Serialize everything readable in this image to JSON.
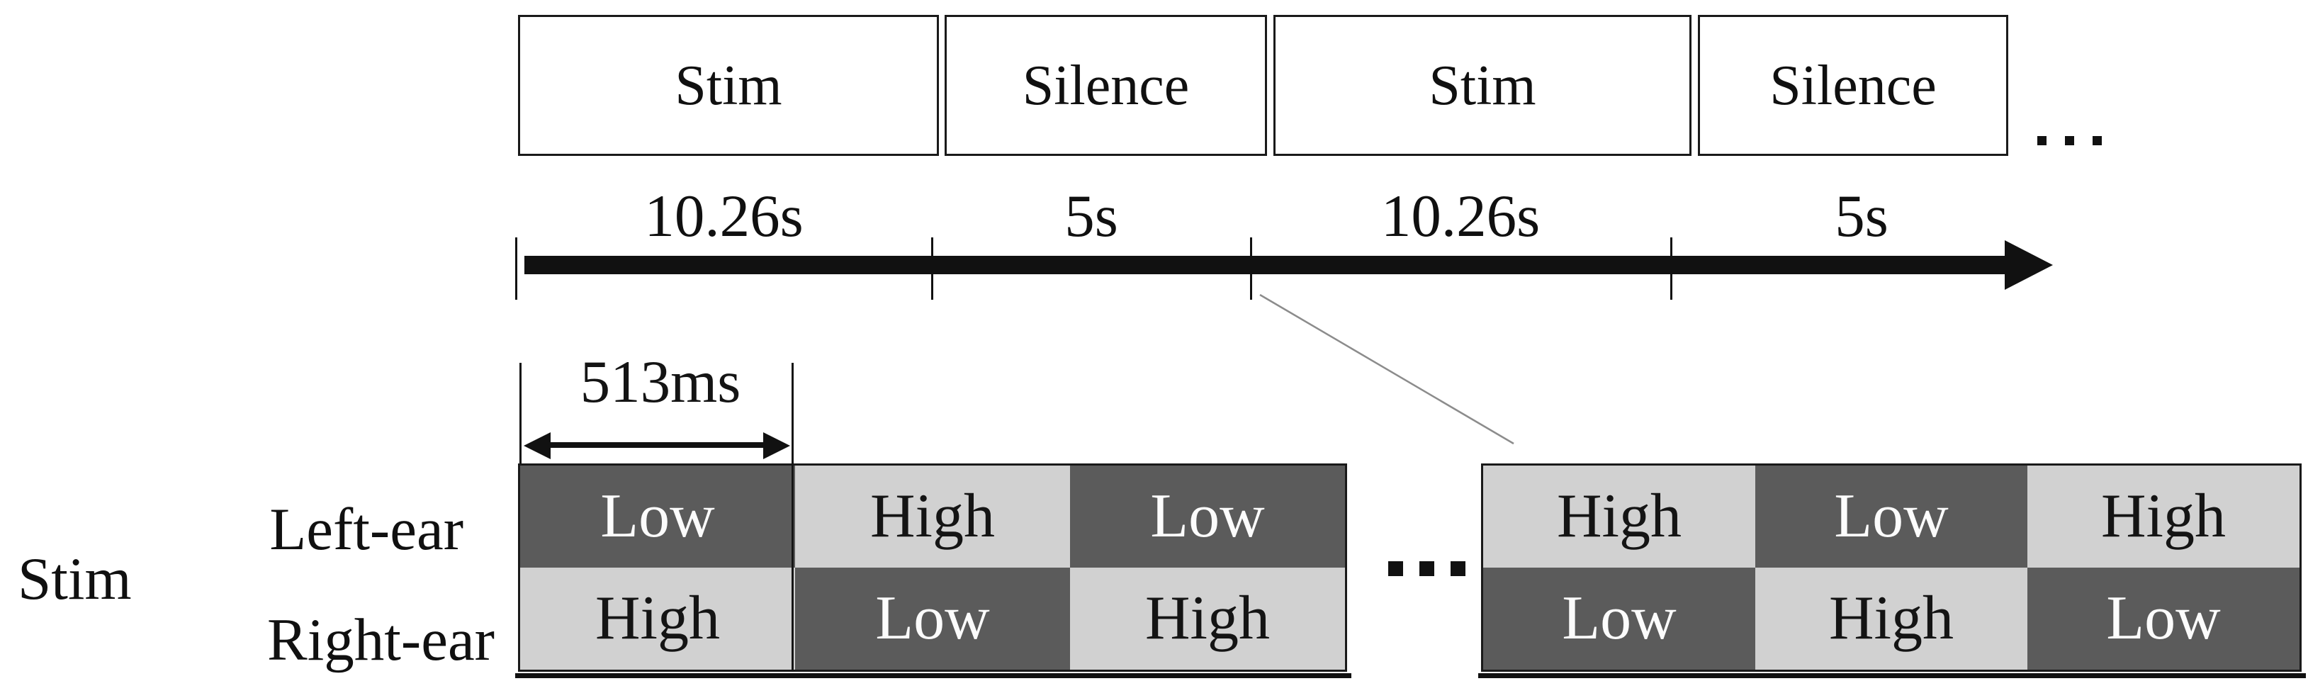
{
  "colors": {
    "dark_cell": "#5b5b5b",
    "light_cell": "#d1d1d1",
    "dark_cell_text": "#fcfcfc",
    "light_cell_text": "#141414",
    "line_black": "#111111",
    "connector_gray": "#8c8c8c",
    "background": "#ffffff"
  },
  "timeline": {
    "boxes": [
      {
        "label": "Stim"
      },
      {
        "label": "Silence"
      },
      {
        "label": "Stim"
      },
      {
        "label": "Silence"
      }
    ],
    "ellipsis": "...",
    "segments": [
      {
        "duration": "10.26s"
      },
      {
        "duration": "5s"
      },
      {
        "duration": "10.26s"
      },
      {
        "duration": "5s"
      }
    ]
  },
  "tone": {
    "duration_label": "513ms"
  },
  "stim_grid": {
    "group_label": "Stim",
    "row_labels": {
      "top": "Left-ear",
      "bottom": "Right-ear"
    },
    "ellipsis": "...",
    "left_block": {
      "rows": [
        [
          "Low",
          "High",
          "Low"
        ],
        [
          "High",
          "Low",
          "High"
        ]
      ]
    },
    "right_block": {
      "rows": [
        [
          "High",
          "Low",
          "High"
        ],
        [
          "Low",
          "High",
          "Low"
        ]
      ]
    }
  }
}
